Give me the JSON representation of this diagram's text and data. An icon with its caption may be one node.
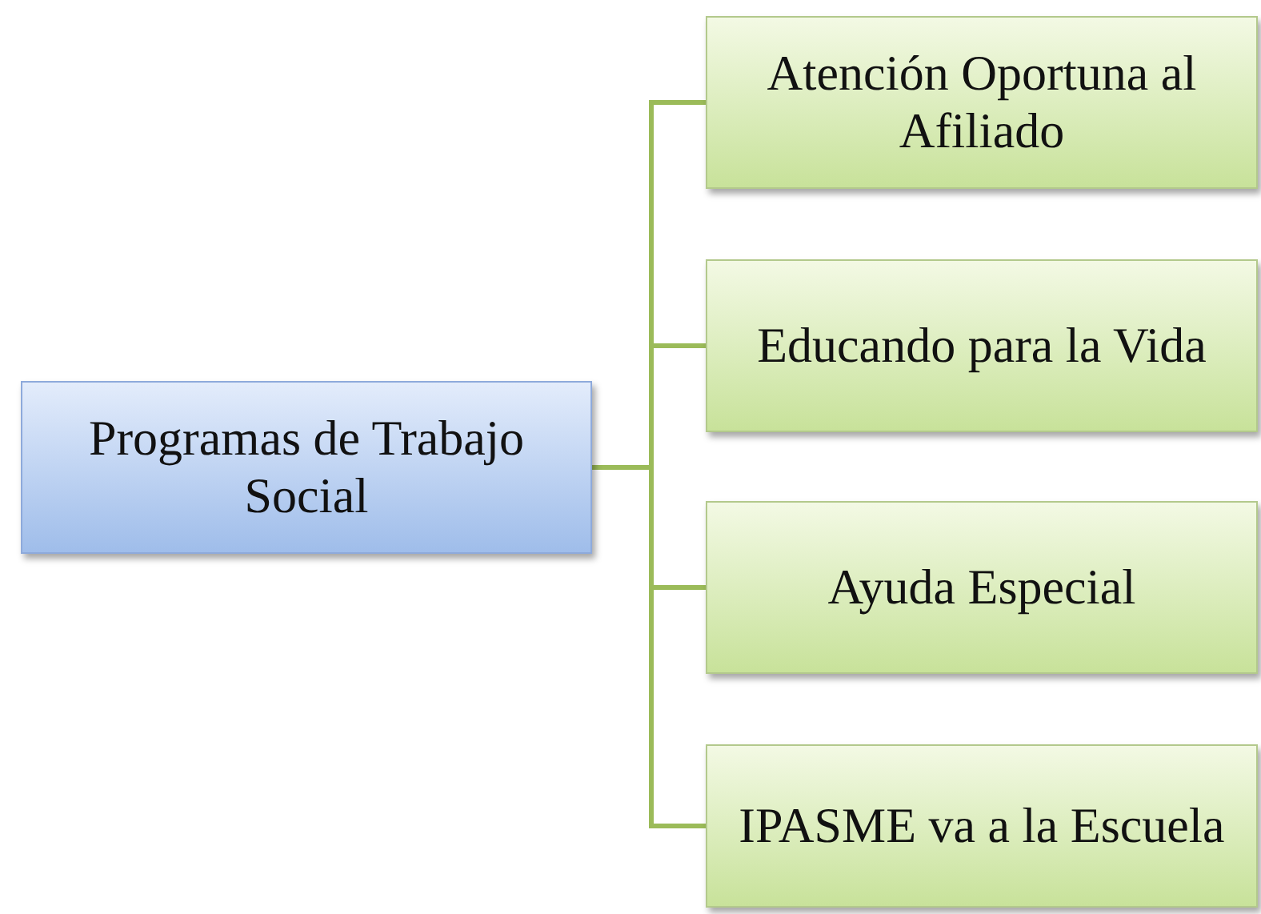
{
  "diagram": {
    "nodes": [
      {
        "text": [
          "Programas de Trabajo Social"
        ]
      },
      {
        "text": [
          "Atención Oportuna al Afiliado"
        ]
      },
      {
        "text": [
          "Educando para la Vida"
        ]
      },
      {
        "text": [
          "Ayuda Especial"
        ]
      },
      {
        "text": [
          "IPASME va a la Escuela"
        ]
      }
    ],
    "edges": [
      {
        "from": 0,
        "to": 1,
        "arrow": "none"
      },
      {
        "from": 0,
        "to": 2,
        "arrow": "none"
      },
      {
        "from": 0,
        "to": 3,
        "arrow": "none"
      },
      {
        "from": 0,
        "to": 4,
        "arrow": "none"
      }
    ]
  }
}
